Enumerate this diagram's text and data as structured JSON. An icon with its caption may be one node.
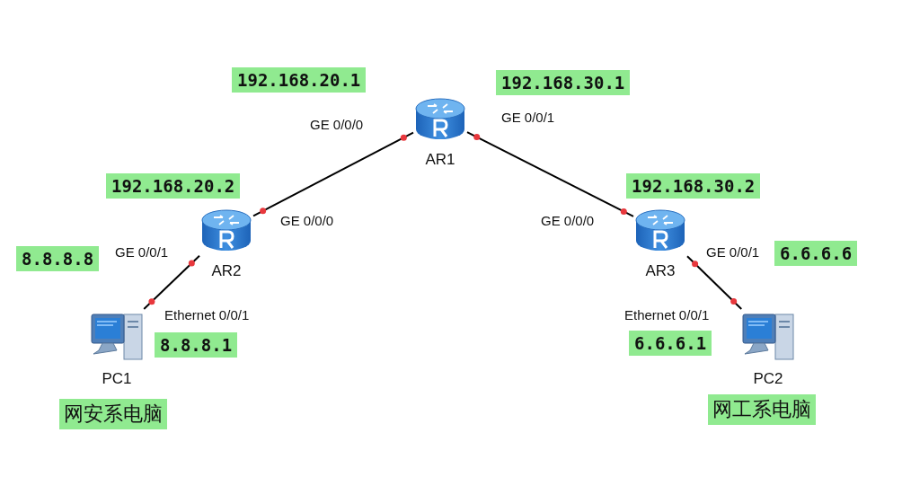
{
  "diagram": {
    "nodes": [
      {
        "text": [
          "AR1"
        ]
      },
      {
        "text": [
          "AR2"
        ]
      },
      {
        "text": [
          "AR3"
        ]
      },
      {
        "text": [
          "PC1"
        ],
        "beside": [
          "网安系电脑"
        ]
      },
      {
        "text": [
          "PC2"
        ],
        "beside": [
          "网工系电脑"
        ]
      }
    ],
    "edges": [
      {
        "from": 0,
        "to": 1,
        "arrow": "none"
      },
      {
        "from": 0,
        "to": 2,
        "arrow": "none"
      },
      {
        "from": 1,
        "to": 3,
        "arrow": "none"
      },
      {
        "from": 2,
        "to": 4,
        "arrow": "none"
      }
    ],
    "labels": [
      "192.168.20.1",
      "192.168.30.1",
      "GE 0/0/0",
      "GE 0/0/1",
      "192.168.20.2",
      "192.168.30.2",
      "GE 0/0/0",
      "GE 0/0/0",
      "GE 0/0/1",
      "8.8.8.8",
      "GE 0/0/1",
      "6.6.6.6",
      "Ethernet 0/0/1",
      "Ethernet 0/0/1",
      "8.8.8.1",
      "6.6.6.1"
    ]
  }
}
